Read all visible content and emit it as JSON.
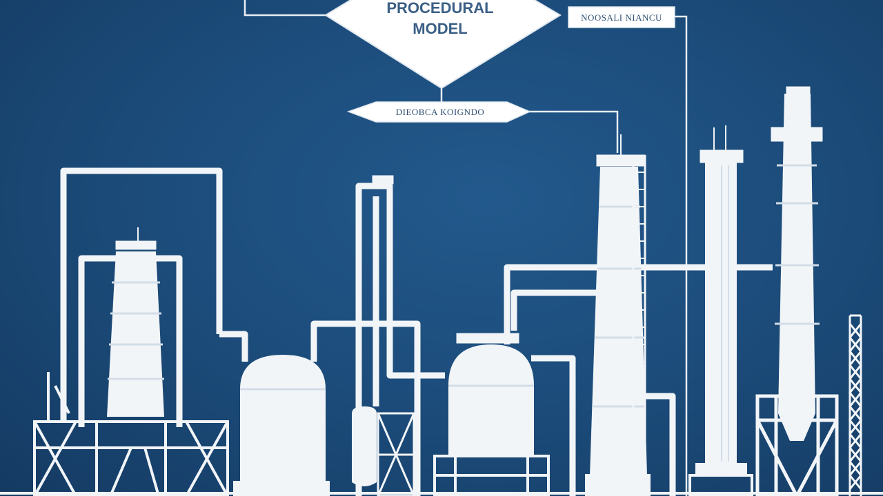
{
  "diagram": {
    "main_node": {
      "line1": "PROCEDURAL",
      "line2": "MODEL"
    },
    "secondary_node": {
      "label": "DIEOBCA KOIGNDO"
    },
    "tag_box": {
      "label": "NOOSALI NIANCU"
    }
  },
  "colors": {
    "background": "#1b4a78",
    "structure": "#f2f5f8",
    "label_text": "#3b5f86"
  }
}
